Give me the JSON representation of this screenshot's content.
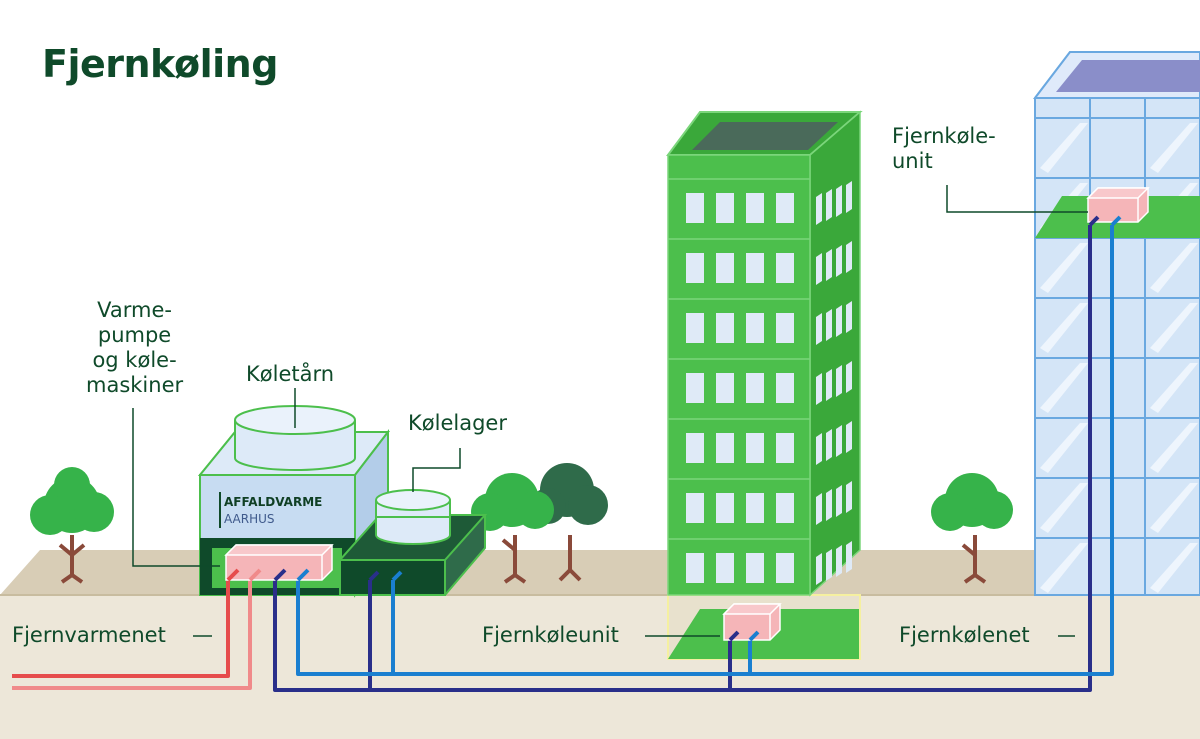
{
  "title": "Fjernkøling",
  "labels": {
    "varmepumpe": "Varme-\npumpe\nog køle-\nmaskiner",
    "koletarn": "Køletårn",
    "kolelager": "Kølelager",
    "fjernkoleunit_top": "Fjernkøle-\nunit",
    "fjernvarmenet": "Fjernvarmenet",
    "fjernkoleunit_bottom": "Fjernkøleunit",
    "fjernkolenet": "Fjernkølenet"
  },
  "brand": {
    "line1": "AFFALDVARME",
    "line2": "AARHUS"
  },
  "colors": {
    "dark_green": "#0f4a2a",
    "building_green": "#4cbf4c",
    "ground": "#d8cdb6",
    "hot_pipe": "#e64c4c",
    "return_hot_pipe": "#f08a8a",
    "cold_pipe": "#1a7fd0",
    "return_cold_pipe": "#2a2f8a",
    "unit": "#f5b5b8"
  }
}
